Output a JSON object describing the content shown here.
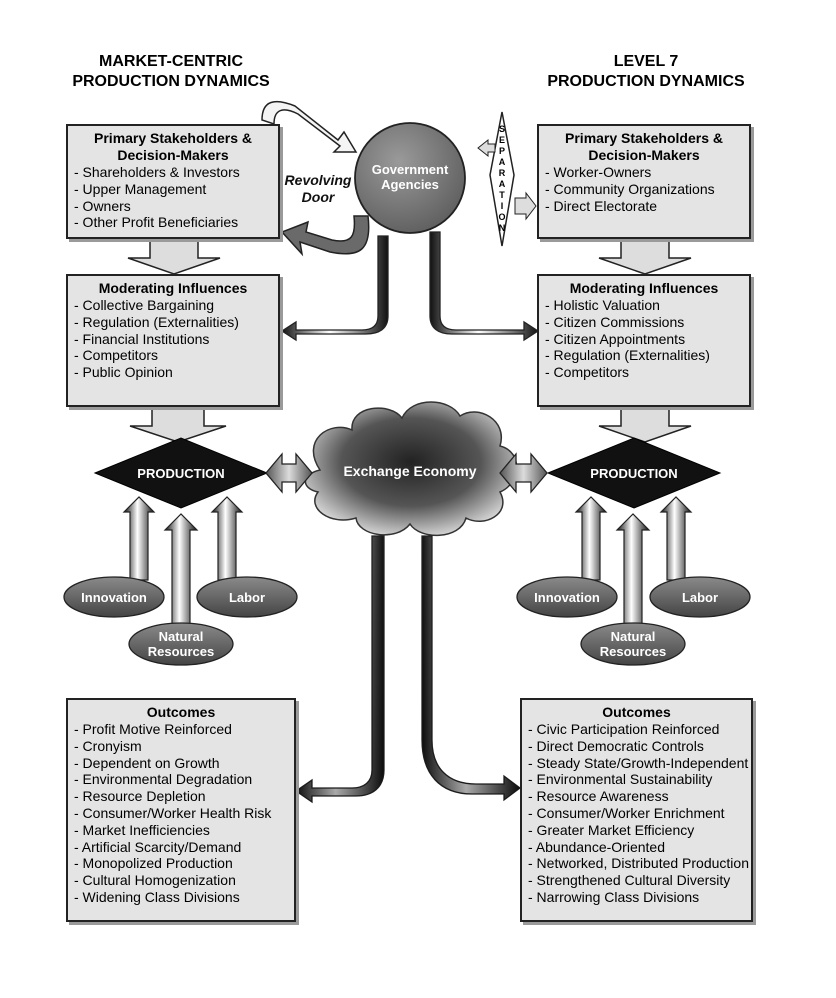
{
  "left": {
    "heading_line1": "MARKET-CENTRIC",
    "heading_line2": "PRODUCTION DYNAMICS",
    "stakeholders": {
      "title_line1": "Primary Stakeholders &",
      "title_line2": "Decision-Makers",
      "items": [
        "- Shareholders & Investors",
        "- Upper Management",
        "- Owners",
        "- Other Profit Beneficiaries"
      ]
    },
    "moderating": {
      "title": "Moderating Influences",
      "items": [
        "- Collective Bargaining",
        "- Regulation (Externalities)",
        "- Financial Institutions",
        "- Competitors",
        "- Public Opinion"
      ]
    },
    "production": "PRODUCTION",
    "inputs": {
      "innovation": "Innovation",
      "labor": "Labor",
      "natural_line1": "Natural",
      "natural_line2": "Resources"
    },
    "outcomes": {
      "title": "Outcomes",
      "items": [
        "- Profit Motive Reinforced",
        "- Cronyism",
        "- Dependent on Growth",
        "- Environmental Degradation",
        "- Resource Depletion",
        "- Consumer/Worker Health Risk",
        "- Market Inefficiencies",
        "- Artificial Scarcity/Demand",
        "- Monopolized Production",
        "- Cultural Homogenization",
        "- Widening Class Divisions"
      ]
    }
  },
  "right": {
    "heading_line1": "LEVEL 7",
    "heading_line2": "PRODUCTION DYNAMICS",
    "stakeholders": {
      "title_line1": "Primary Stakeholders &",
      "title_line2": "Decision-Makers",
      "items": [
        "- Worker-Owners",
        "- Community Organizations",
        "- Direct Electorate"
      ]
    },
    "moderating": {
      "title": "Moderating Influences",
      "items": [
        "- Holistic Valuation",
        "- Citizen Commissions",
        "- Citizen Appointments",
        "- Regulation (Externalities)",
        "- Competitors"
      ]
    },
    "production": "PRODUCTION",
    "inputs": {
      "innovation": "Innovation",
      "labor": "Labor",
      "natural_line1": "Natural",
      "natural_line2": "Resources"
    },
    "outcomes": {
      "title": "Outcomes",
      "items": [
        "- Civic Participation Reinforced",
        "- Direct Democratic Controls",
        "- Steady State/Growth-Independent",
        "- Environmental Sustainability",
        "- Resource Awareness",
        "- Consumer/Worker Enrichment",
        "- Greater Market Efficiency",
        "- Abundance-Oriented",
        "- Networked, Distributed Production",
        "- Strengthened Cultural Diversity",
        "- Narrowing Class Divisions"
      ]
    }
  },
  "center": {
    "government_line1": "Government",
    "government_line2": "Agencies",
    "revolving_line1": "Revolving",
    "revolving_line2": "Door",
    "separation": [
      "S",
      "E",
      "P",
      "A",
      "R",
      "A",
      "T",
      "I",
      "O",
      "N"
    ],
    "exchange": "Exchange Economy"
  }
}
